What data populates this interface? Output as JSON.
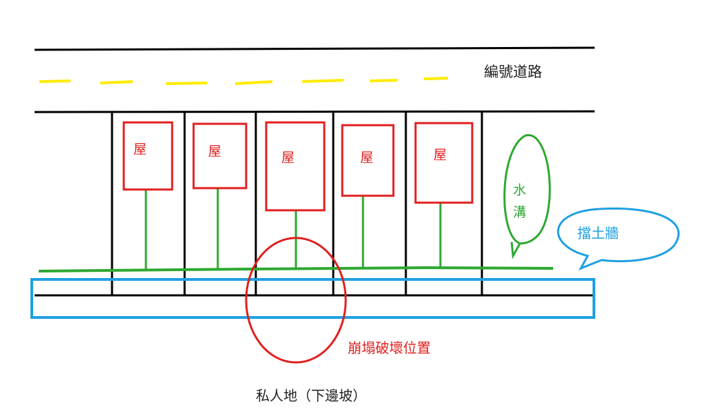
{
  "road": {
    "label": "編號道路"
  },
  "houses": [
    {
      "label": "屋"
    },
    {
      "label": "屋"
    },
    {
      "label": "屋"
    },
    {
      "label": "屋"
    },
    {
      "label": "屋"
    }
  ],
  "drain": {
    "line1": "水",
    "line2": "溝"
  },
  "retaining_wall": {
    "label": "擋土牆"
  },
  "collapse": {
    "label": "崩塌破壞位置"
  },
  "private_land": {
    "label": "私人地（下邊坡）"
  },
  "colors": {
    "road_edge": "#000000",
    "road_center": "#ffeb00",
    "house": "#e0201f",
    "drain": "#2ea832",
    "retaining_wall": "#1fa0e0",
    "collapse": "#e0201f",
    "text_dark": "#222222"
  }
}
